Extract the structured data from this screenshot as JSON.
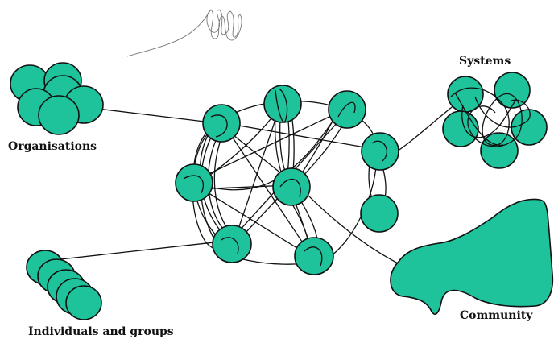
{
  "colors": {
    "node_fill": "#1ec29b",
    "stroke": "#111111",
    "background": "#ffffff"
  },
  "labels": {
    "organisations": "Organisations",
    "systems": "Systems",
    "individuals": "Individuals and groups",
    "community": "Community"
  }
}
